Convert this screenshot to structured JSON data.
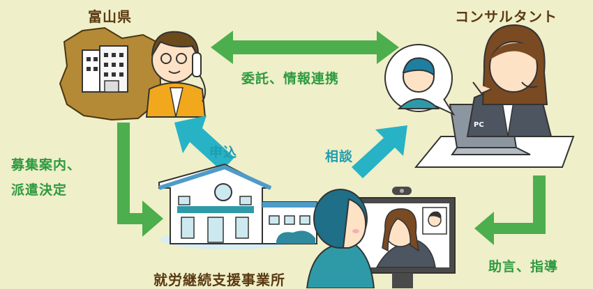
{
  "nodes": {
    "toyama": "富山県",
    "consultant": "コンサルタント",
    "office": "就労継続支援事業所"
  },
  "flows": {
    "commission": "委託、情報連携",
    "recruit_line1": "募集案内、",
    "recruit_line2": "派遣決定",
    "apply": "申込",
    "consult": "相談",
    "advice": "助言、指導"
  },
  "pc_label": "PC",
  "colors": {
    "background": "#efefc9",
    "green_arrow": "#4cae4c",
    "teal_arrow": "#27b3c5",
    "brown_text": "#5a3a12",
    "map": "#b48a36"
  }
}
